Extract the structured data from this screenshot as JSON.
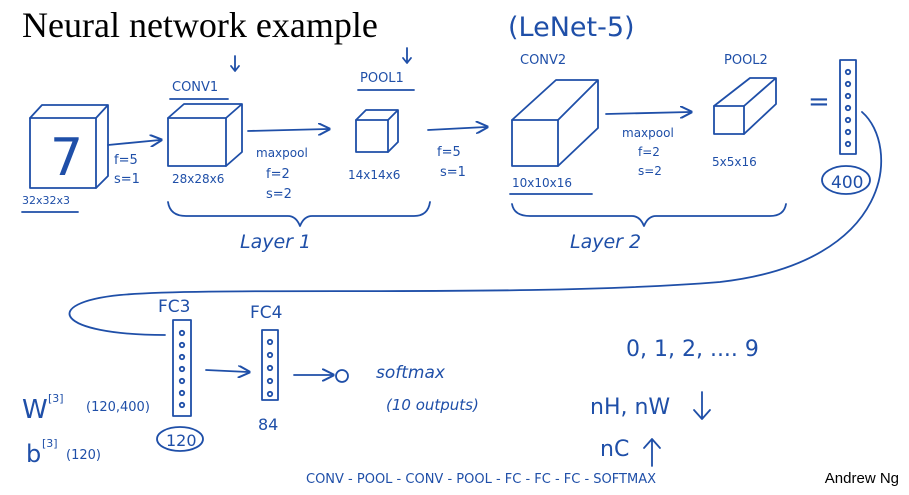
{
  "colors": {
    "ink": "#1f4fa8",
    "ink_light": "#3a6cc7",
    "title": "#000000"
  },
  "slide": {
    "title": "Neural network example",
    "subtitle": "(LeNet-5)",
    "credit": "Andrew Ng"
  },
  "network": {
    "input": {
      "digit": "7",
      "size": "32x32x3"
    },
    "conv1": {
      "name": "CONV1",
      "hyper": [
        "f=5",
        "s=1"
      ],
      "size": "28x28x6"
    },
    "pool1": {
      "name": "POOL1",
      "op": "maxpool",
      "hyper": [
        "f=2",
        "s=2"
      ],
      "size": "14x14x6"
    },
    "conv2": {
      "name": "CONV2",
      "hyper": [
        "f=5",
        "s=1"
      ],
      "size": "10x10x16"
    },
    "pool2": {
      "name": "POOL2",
      "op": "maxpool",
      "hyper": [
        "f=2",
        "s=2"
      ],
      "size": "5x5x16"
    },
    "flatten": {
      "equals": "=",
      "count": "400"
    },
    "layer1": "Layer 1",
    "layer2": "Layer 2",
    "fc3": {
      "name": "FC3",
      "units": "120"
    },
    "fc4": {
      "name": "FC4",
      "units": "84"
    },
    "softmax": {
      "label": "softmax",
      "outputs": "(10 outputs)"
    },
    "params": {
      "w": "W",
      "w_sup": "[3]",
      "w_shape": "(120,400)",
      "b": "b",
      "b_sup": "[3]",
      "b_shape": "(120)"
    },
    "classes": "0, 1, 2, .... 9",
    "trend_hw": "nH, nW",
    "trend_c": "nC",
    "pattern": "CONV - POOL - CONV - POOL - FC - FC - FC - SOFTMAX"
  }
}
